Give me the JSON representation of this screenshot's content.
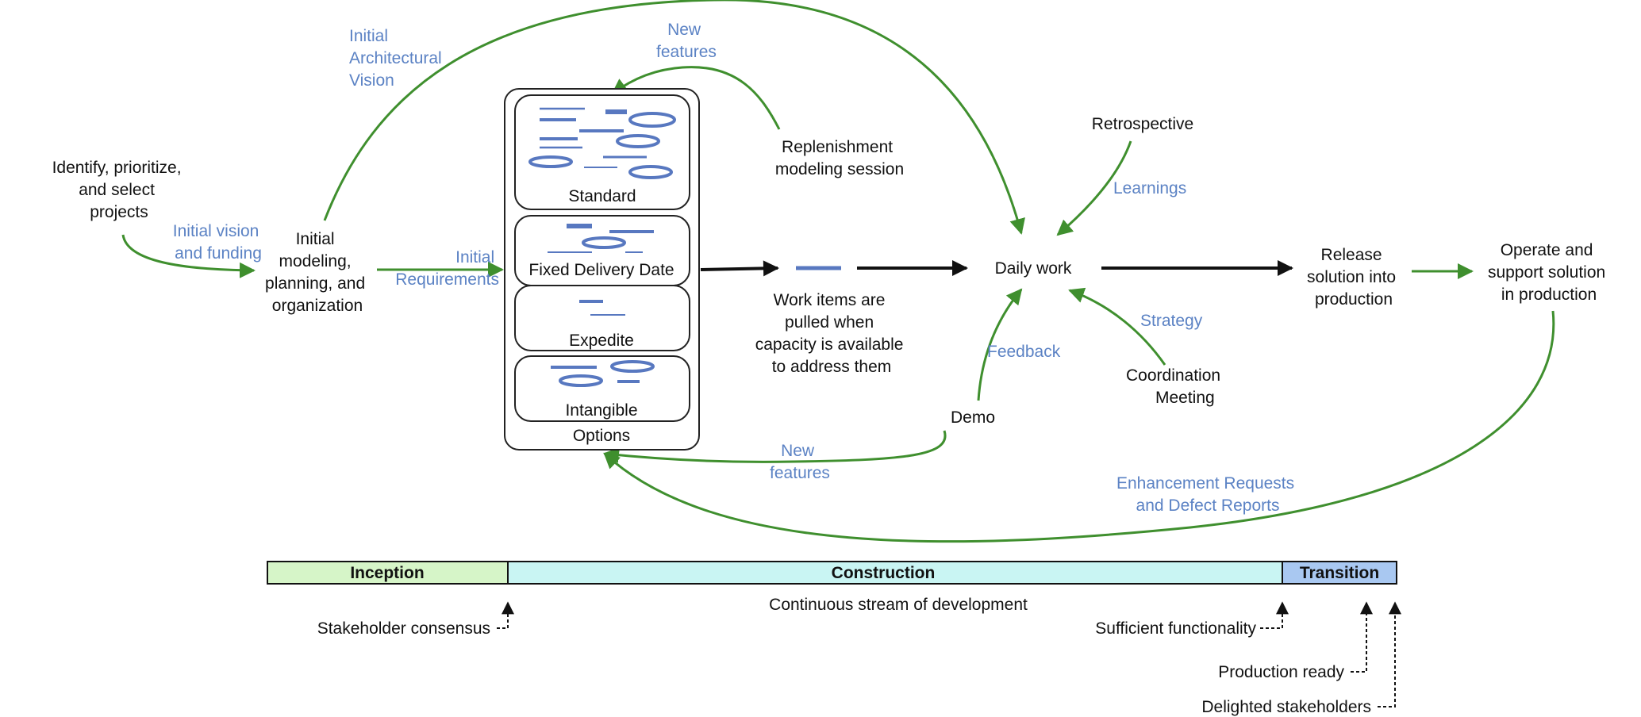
{
  "colors": {
    "green_arrow": "#3f8f2e",
    "blue_label": "#5b82c4",
    "black": "#111111",
    "inception_fill": "#d6f5c8",
    "construction_fill": "#c9f5f3",
    "transition_fill": "#a9c8f1",
    "work_item_blue": "#5878c0"
  },
  "labels": {
    "identify": [
      "Identify, prioritize,",
      "and select",
      "projects"
    ],
    "initial_vision": [
      "Initial vision",
      "and funding"
    ],
    "initial_modeling": [
      "Initial",
      "modeling,",
      "planning, and",
      "organization"
    ],
    "initial_arch": [
      "Initial",
      "Architectural",
      "Vision"
    ],
    "initial_requirements": [
      "Initial",
      "Requirements"
    ],
    "new_features_top": [
      "New",
      "features"
    ],
    "replenishment": [
      "Replenishment",
      "modeling session"
    ],
    "work_items": [
      "Work items are",
      "pulled when",
      "capacity is available",
      "to address them"
    ],
    "retrospective": "Retrospective",
    "learnings": "Learnings",
    "daily_work": "Daily work",
    "strategy": "Strategy",
    "coordination": [
      "Coordination",
      "Meeting"
    ],
    "feedback": "Feedback",
    "demo": "Demo",
    "new_features_bottom": [
      "New",
      "features"
    ],
    "release": [
      "Release",
      "solution into",
      "production"
    ],
    "operate": [
      "Operate and",
      "support solution",
      "in production"
    ],
    "enhancement": [
      "Enhancement Requests",
      "and Defect Reports"
    ]
  },
  "options_box": {
    "title": "Options",
    "lanes": [
      "Standard",
      "Fixed Delivery Date",
      "Expedite",
      "Intangible"
    ]
  },
  "timeline": {
    "phases": [
      "Inception",
      "Construction",
      "Transition"
    ],
    "stream_label": "Continuous stream of development",
    "milestones": [
      "Stakeholder consensus",
      "Sufficient functionality",
      "Production ready",
      "Delighted stakeholders"
    ]
  }
}
